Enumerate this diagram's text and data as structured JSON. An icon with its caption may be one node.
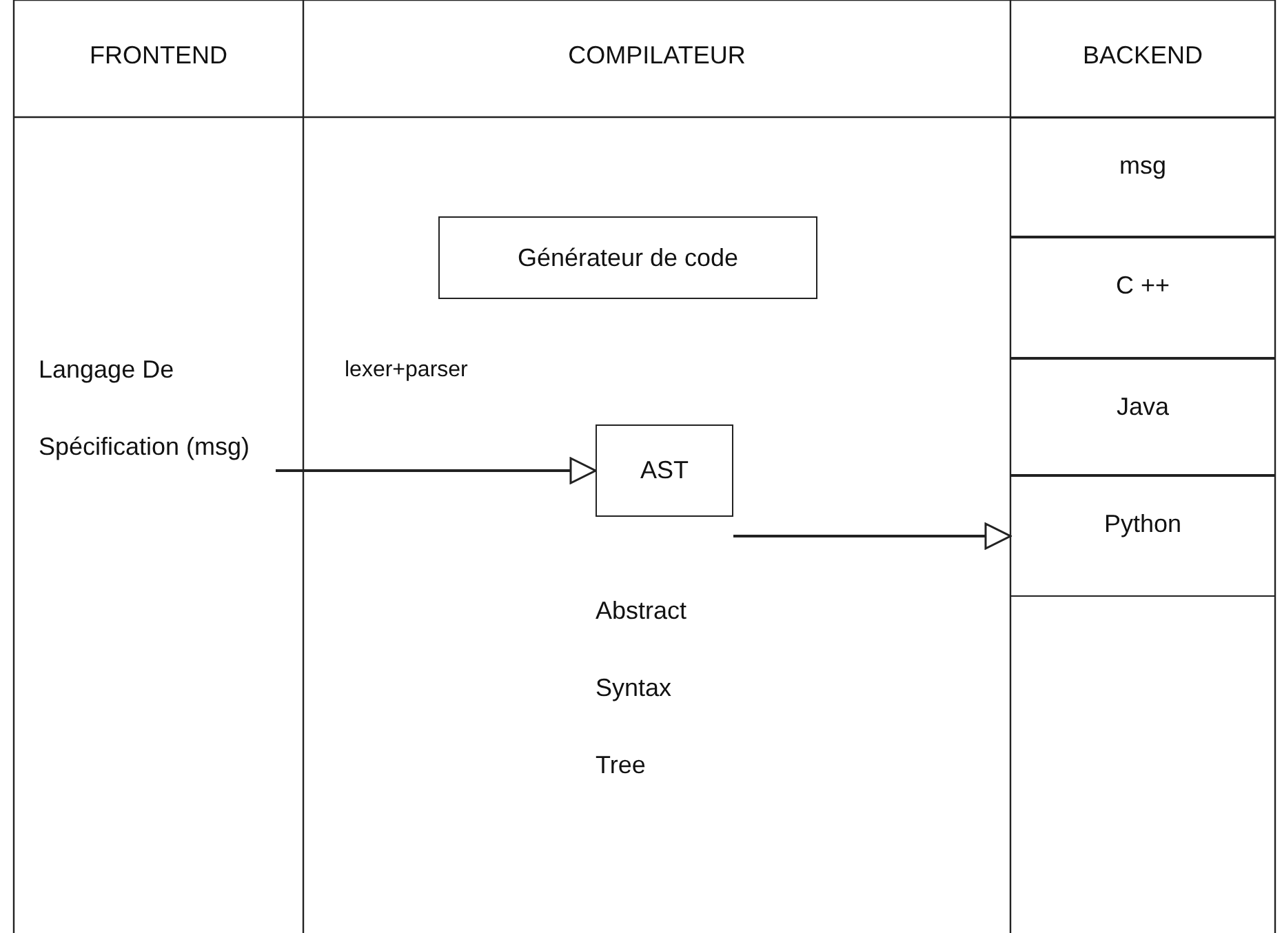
{
  "diagram": {
    "nodes": [
      {
        "text": [
          "Langage De Spécification (msg)"
        ]
      },
      {
        "text": [
          "Générateur de code"
        ]
      },
      {
        "text": [
          "AST"
        ],
        "beside": [
          "Abstract Syntax Tree"
        ]
      },
      {
        "text": [
          "msg"
        ]
      },
      {
        "text": [
          "C ++"
        ]
      },
      {
        "text": [
          "Java"
        ]
      },
      {
        "text": [
          "Python"
        ]
      }
    ],
    "edges": [
      {
        "from": 0,
        "to": 2,
        "arrow": "to",
        "label": "lexer+parser"
      },
      {
        "from": 2,
        "to": 6,
        "arrow": "to"
      }
    ],
    "labels": [
      "FRONTEND",
      "COMPILATEUR",
      "BACKEND"
    ]
  }
}
